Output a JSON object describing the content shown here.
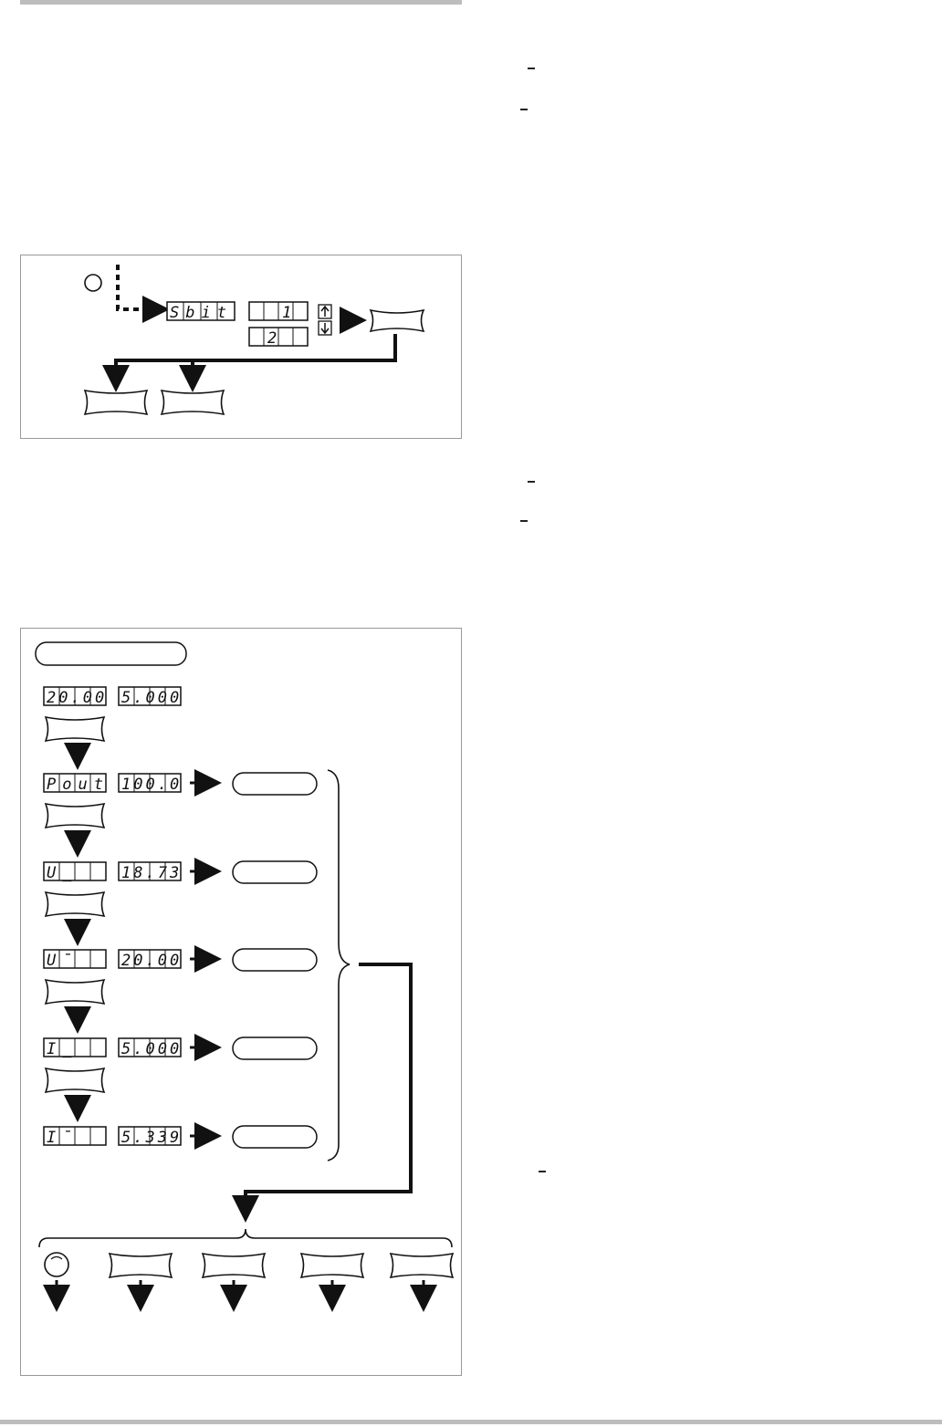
{
  "figure1": {
    "display_label": "Sbit",
    "display_value_1": "1",
    "display_value_2": "2"
  },
  "figure2": {
    "top_row": {
      "voltage": "20.00",
      "current": "5.000"
    },
    "rows": [
      {
        "label": "Pout",
        "value": "100.0"
      },
      {
        "label": "U_",
        "value": "18.73"
      },
      {
        "label": "U¯",
        "value": "20.00"
      },
      {
        "label": "I_",
        "value": "5.000"
      },
      {
        "label": "I¯",
        "value": "5.339"
      }
    ]
  }
}
